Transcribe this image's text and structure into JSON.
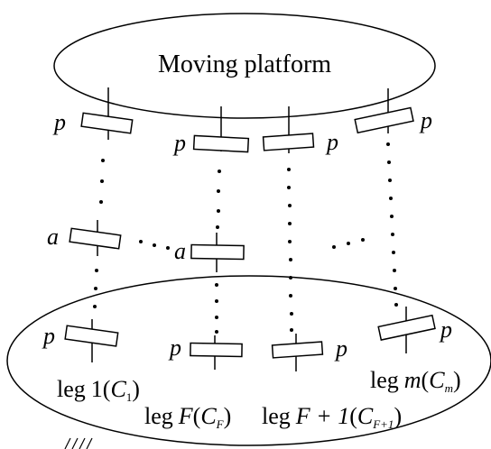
{
  "platform": {
    "label": "Moving platform"
  },
  "legs": [
    {
      "name": "leg-1",
      "top_label": "p",
      "middle_label": "a",
      "base_label": "p",
      "caption": {
        "word": "leg",
        "index": "1",
        "subscript": "1",
        "text": "leg 1(C1)"
      }
    },
    {
      "name": "leg-F",
      "top_label": "p",
      "middle_label": "a",
      "base_label": "p",
      "caption": {
        "word": "leg",
        "index": "F",
        "subscript": "F",
        "text": "leg F(CF)"
      }
    },
    {
      "name": "leg-F-plus-1",
      "top_label": "p",
      "base_label": "p",
      "caption": {
        "word": "leg",
        "index": "F + 1",
        "subscript": "F+1",
        "text": "leg F + 1(CF+1)"
      }
    },
    {
      "name": "leg-m",
      "top_label": "p",
      "base_label": "p",
      "caption": {
        "word": "leg",
        "index": "m",
        "subscript": "m",
        "text": "leg m(Cm)"
      }
    }
  ],
  "colors": {
    "stroke": "#000000",
    "fill": "#ffffff"
  },
  "icons": [
    "moving-platform-ellipse",
    "base-ellipse",
    "ground-hatch-icon",
    "prismatic-joint-icon",
    "actuated-joint-icon"
  ]
}
